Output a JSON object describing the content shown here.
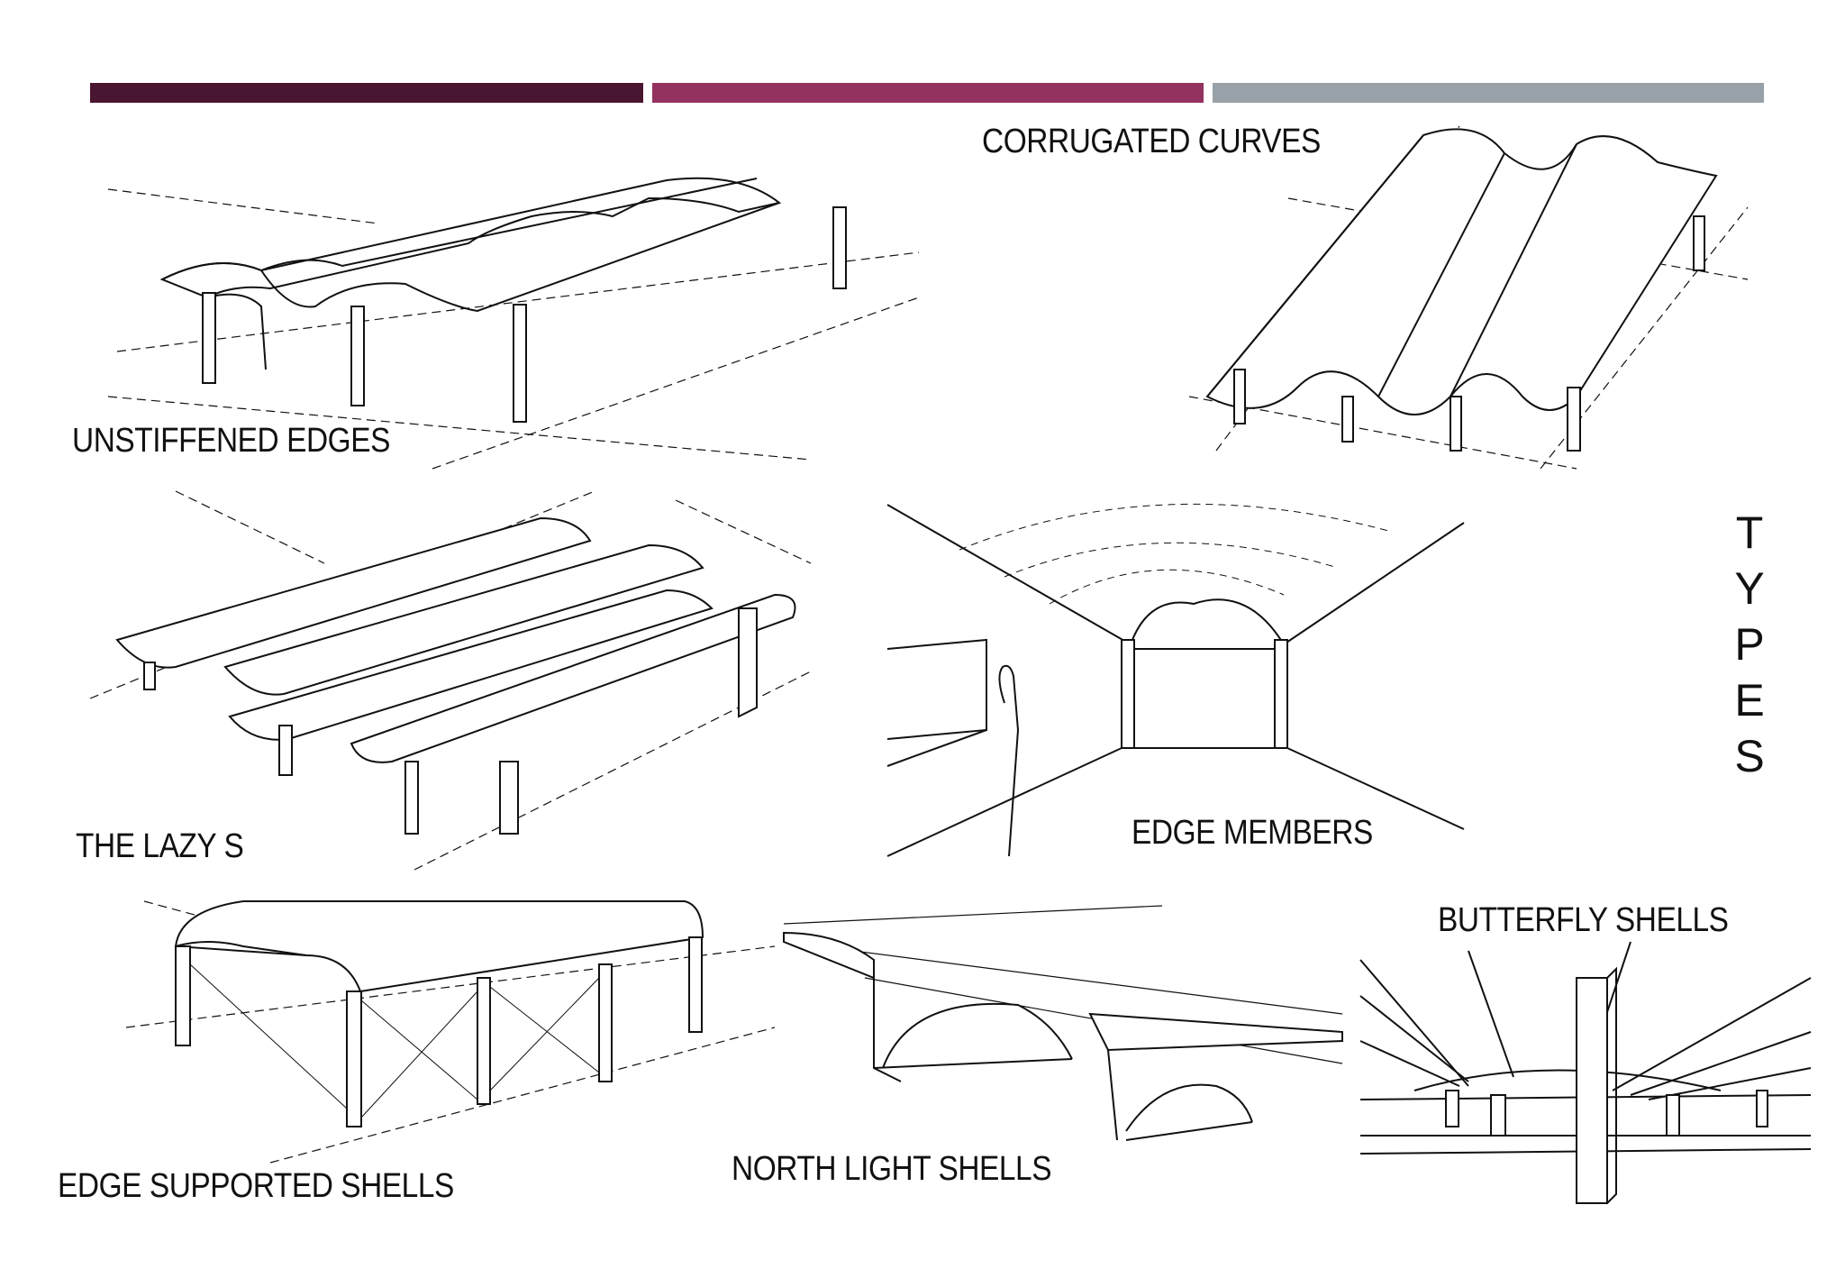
{
  "header": {
    "bar_colors": [
      "#4a1530",
      "#93325f",
      "#98a1a8"
    ]
  },
  "side_title": "TYPES",
  "sketches": [
    {
      "id": "unstiffened-edges",
      "label": "UNSTIFFENED EDGES"
    },
    {
      "id": "corrugated-curves",
      "label": "CORRUGATED CURVES"
    },
    {
      "id": "lazy-s",
      "label": "THE LAZY S"
    },
    {
      "id": "edge-members",
      "label": "EDGE MEMBERS"
    },
    {
      "id": "edge-supported-shells",
      "label": "EDGE SUPPORTED SHELLS"
    },
    {
      "id": "north-light-shells",
      "label": "NORTH LIGHT SHELLS"
    },
    {
      "id": "butterfly-shells",
      "label": "BUTTERFLY SHELLS"
    }
  ]
}
